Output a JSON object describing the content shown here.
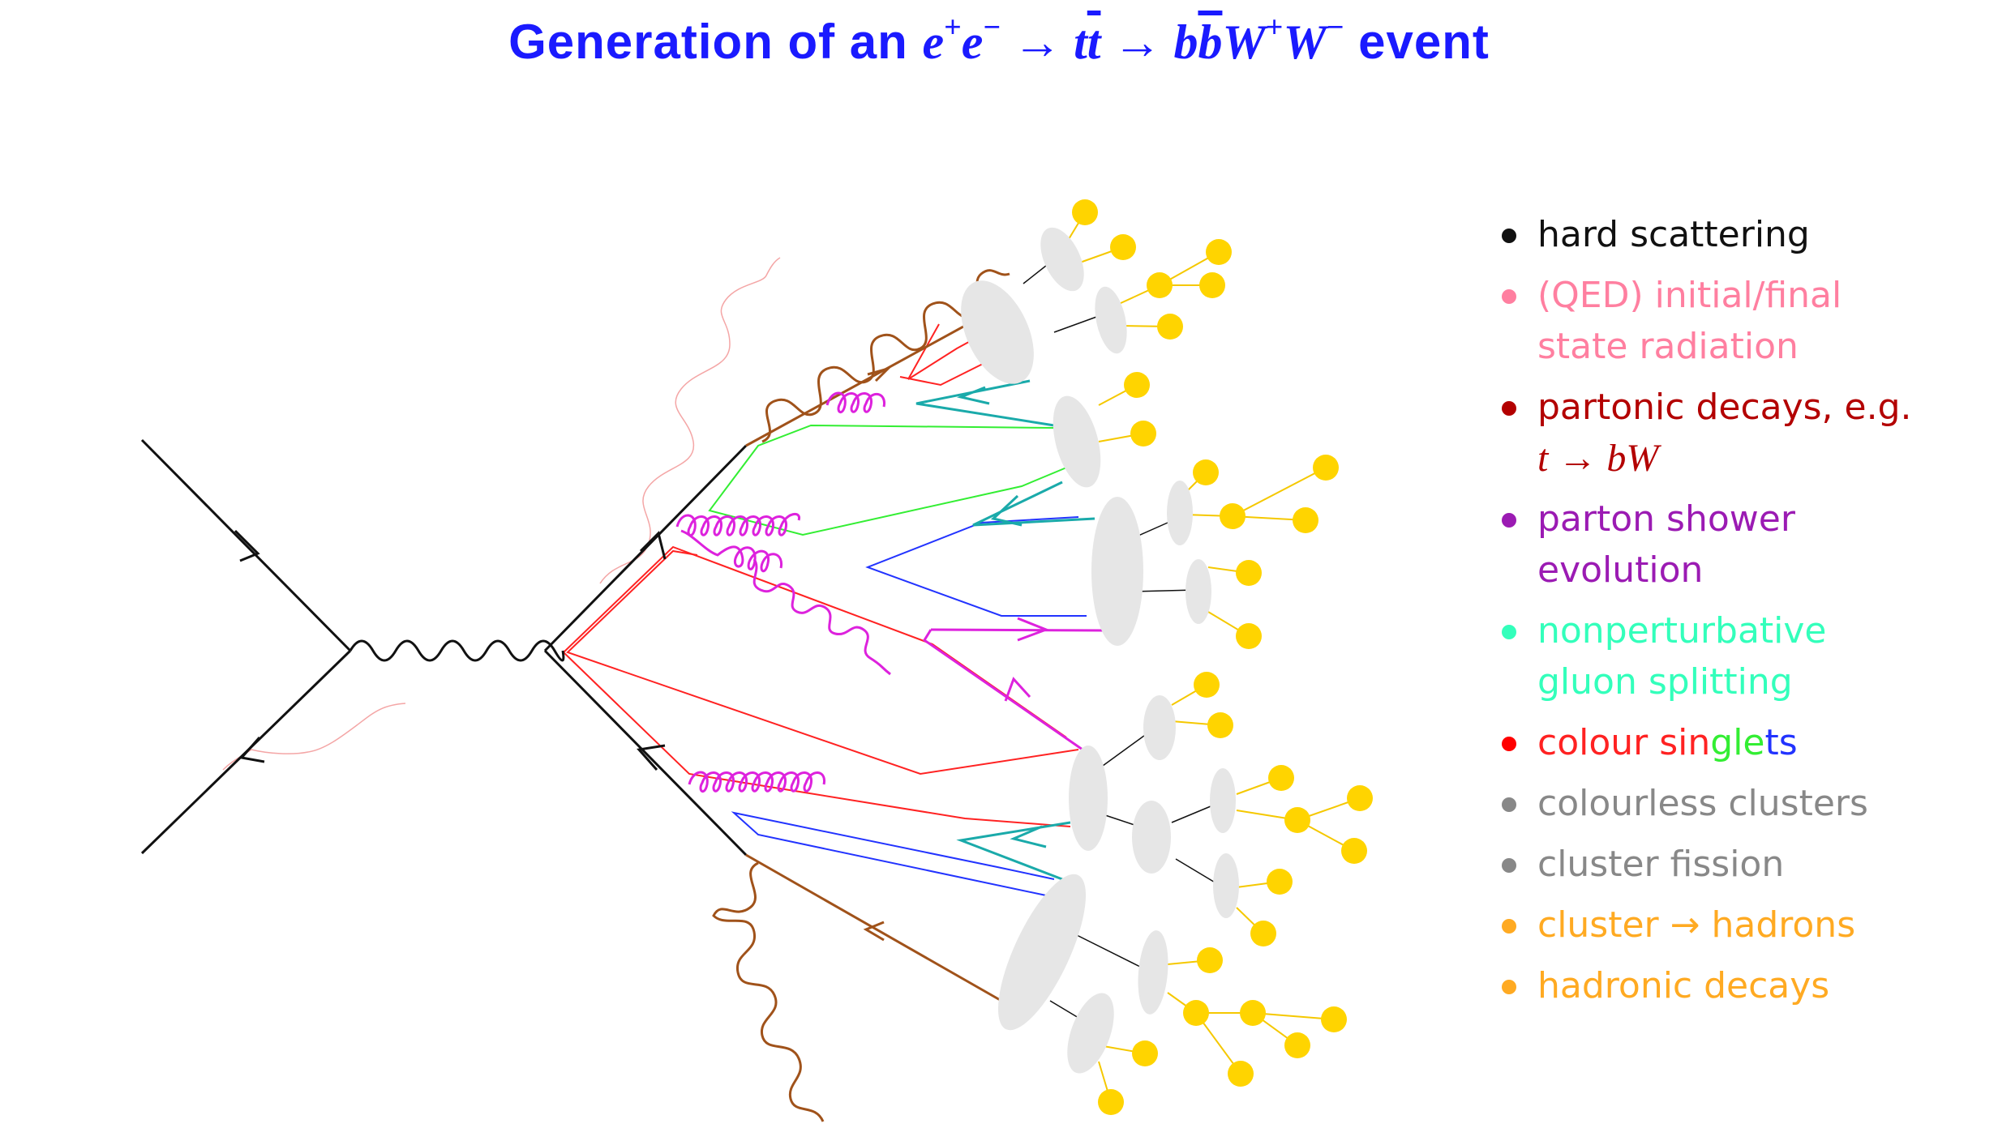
{
  "title": {
    "prefix": "Generation of an ",
    "process_part1": "e",
    "sup1": "+",
    "process_part2": "e",
    "sup2": "−",
    "arrow1": " → ",
    "t": "t",
    "tbar": "t",
    "arrow2": " → ",
    "b": "b",
    "bbar": "b",
    "W1": "W",
    "sup3": "+",
    "W2": "W",
    "sup4": "−",
    "suffix": " event"
  },
  "legend": [
    {
      "line1": "hard scattering",
      "line2": "",
      "color": "#111111"
    },
    {
      "line1": "(QED) initial/final",
      "line2": "state radiation",
      "color": "#ff7fa0"
    },
    {
      "line1": "partonic decays, e.g.",
      "line2": "t → bW",
      "color": "#b30000",
      "math2": true
    },
    {
      "line1": "parton shower",
      "line2": "evolution",
      "color": "#9b1bb3"
    },
    {
      "line1": "nonperturbative",
      "line2": "gluon splitting",
      "color": "#33ffbb"
    },
    {
      "line1": "colour singlets",
      "line2": "",
      "color": "#ff0000",
      "multicolor": true
    },
    {
      "line1": "colourless clusters",
      "line2": "",
      "color": "#888888"
    },
    {
      "line1": "cluster fission",
      "line2": "",
      "color": "#888888"
    },
    {
      "line1": "cluster → hadrons",
      "line2": "",
      "color": "#ffaa22"
    },
    {
      "line1": "hadronic decays",
      "line2": "",
      "color": "#ffaa22"
    }
  ],
  "colors": {
    "title": "#1a1aff",
    "hard": "#111111",
    "qed": "#f4a6a6",
    "decay": "#a0521a",
    "shower": "#dd22dd",
    "split": "#1aaaaa",
    "singlet_red": "#ff2222",
    "singlet_green": "#33ee33",
    "singlet_blue": "#2233ff",
    "cluster": "#e6e6e6",
    "hadron": "#ffd400",
    "hadron_line": "#f5c800"
  }
}
